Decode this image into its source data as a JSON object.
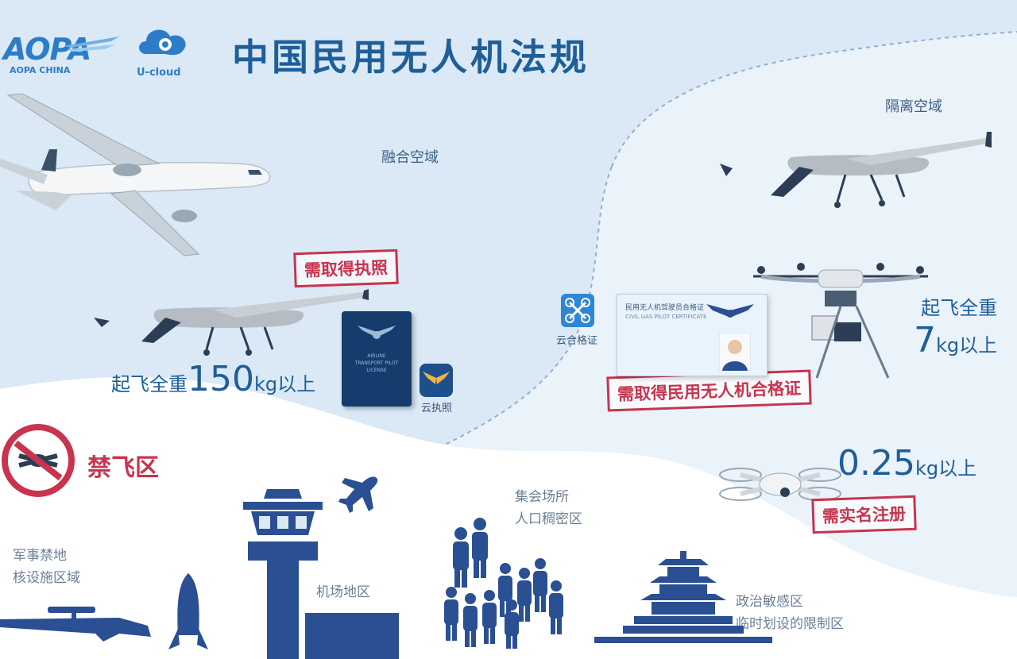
{
  "title": "中国民用无人机法规",
  "logos": {
    "aopa": "AOPA",
    "aopa_sub": "AOPA CHINA",
    "ucloud": "U-cloud"
  },
  "airspace": {
    "integrated": "融合空域",
    "isolated": "隔离空域"
  },
  "tags": {
    "license": "需取得执照",
    "certificate": "需取得民用无人机合格证",
    "register": "需实名注册"
  },
  "weights": {
    "large": {
      "prefix": "起飞全重",
      "value": "150",
      "unit": "kg",
      "suffix": "以上"
    },
    "medium": {
      "prefix": "起飞全重",
      "value": "7",
      "unit": "kg",
      "suffix": "以上"
    },
    "small": {
      "value": "0.25",
      "unit": "kg",
      "suffix": "以上"
    }
  },
  "captions": {
    "license_app": "云执照",
    "cert_app": "云合格证"
  },
  "card": {
    "title": "民用无人机驾驶员合格证",
    "subtitle": "CIVIL UAS PILOT CERTIFICATE"
  },
  "passport": {
    "text": "AIRLINE TRANSPORT PILOT LICENSE"
  },
  "nofly": {
    "label": "禁飞区",
    "military": [
      "军事禁地",
      "核设施区域"
    ],
    "airport": "机场地区",
    "crowd": [
      "集会场所",
      "人口稠密区"
    ],
    "political": [
      "政治敏感区",
      "临时划设的限制区"
    ]
  },
  "colors": {
    "brand_blue": "#1e5f99",
    "warning_red": "#c8344e",
    "navy": "#2a4f93"
  }
}
